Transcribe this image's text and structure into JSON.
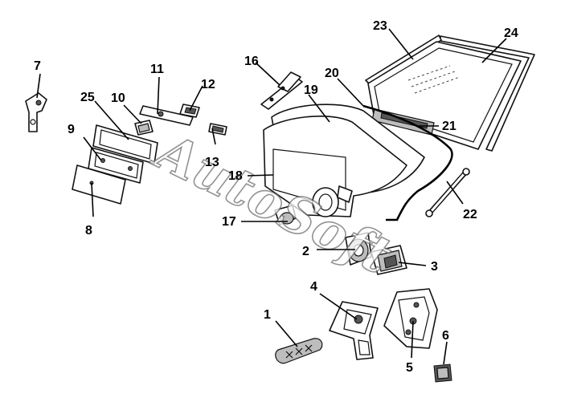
{
  "watermark": "AutoSoft",
  "callouts": {
    "c1": "1",
    "c2": "2",
    "c3": "3",
    "c4": "4",
    "c5": "5",
    "c6": "6",
    "c7": "7",
    "c8": "8",
    "c9": "9",
    "c10": "10",
    "c11": "11",
    "c12": "12",
    "c13": "13",
    "c16": "16",
    "c17": "17",
    "c18": "18",
    "c19": "19",
    "c20": "20",
    "c21": "21",
    "c22": "22",
    "c23": "23",
    "c24": "24",
    "c25": "25"
  }
}
